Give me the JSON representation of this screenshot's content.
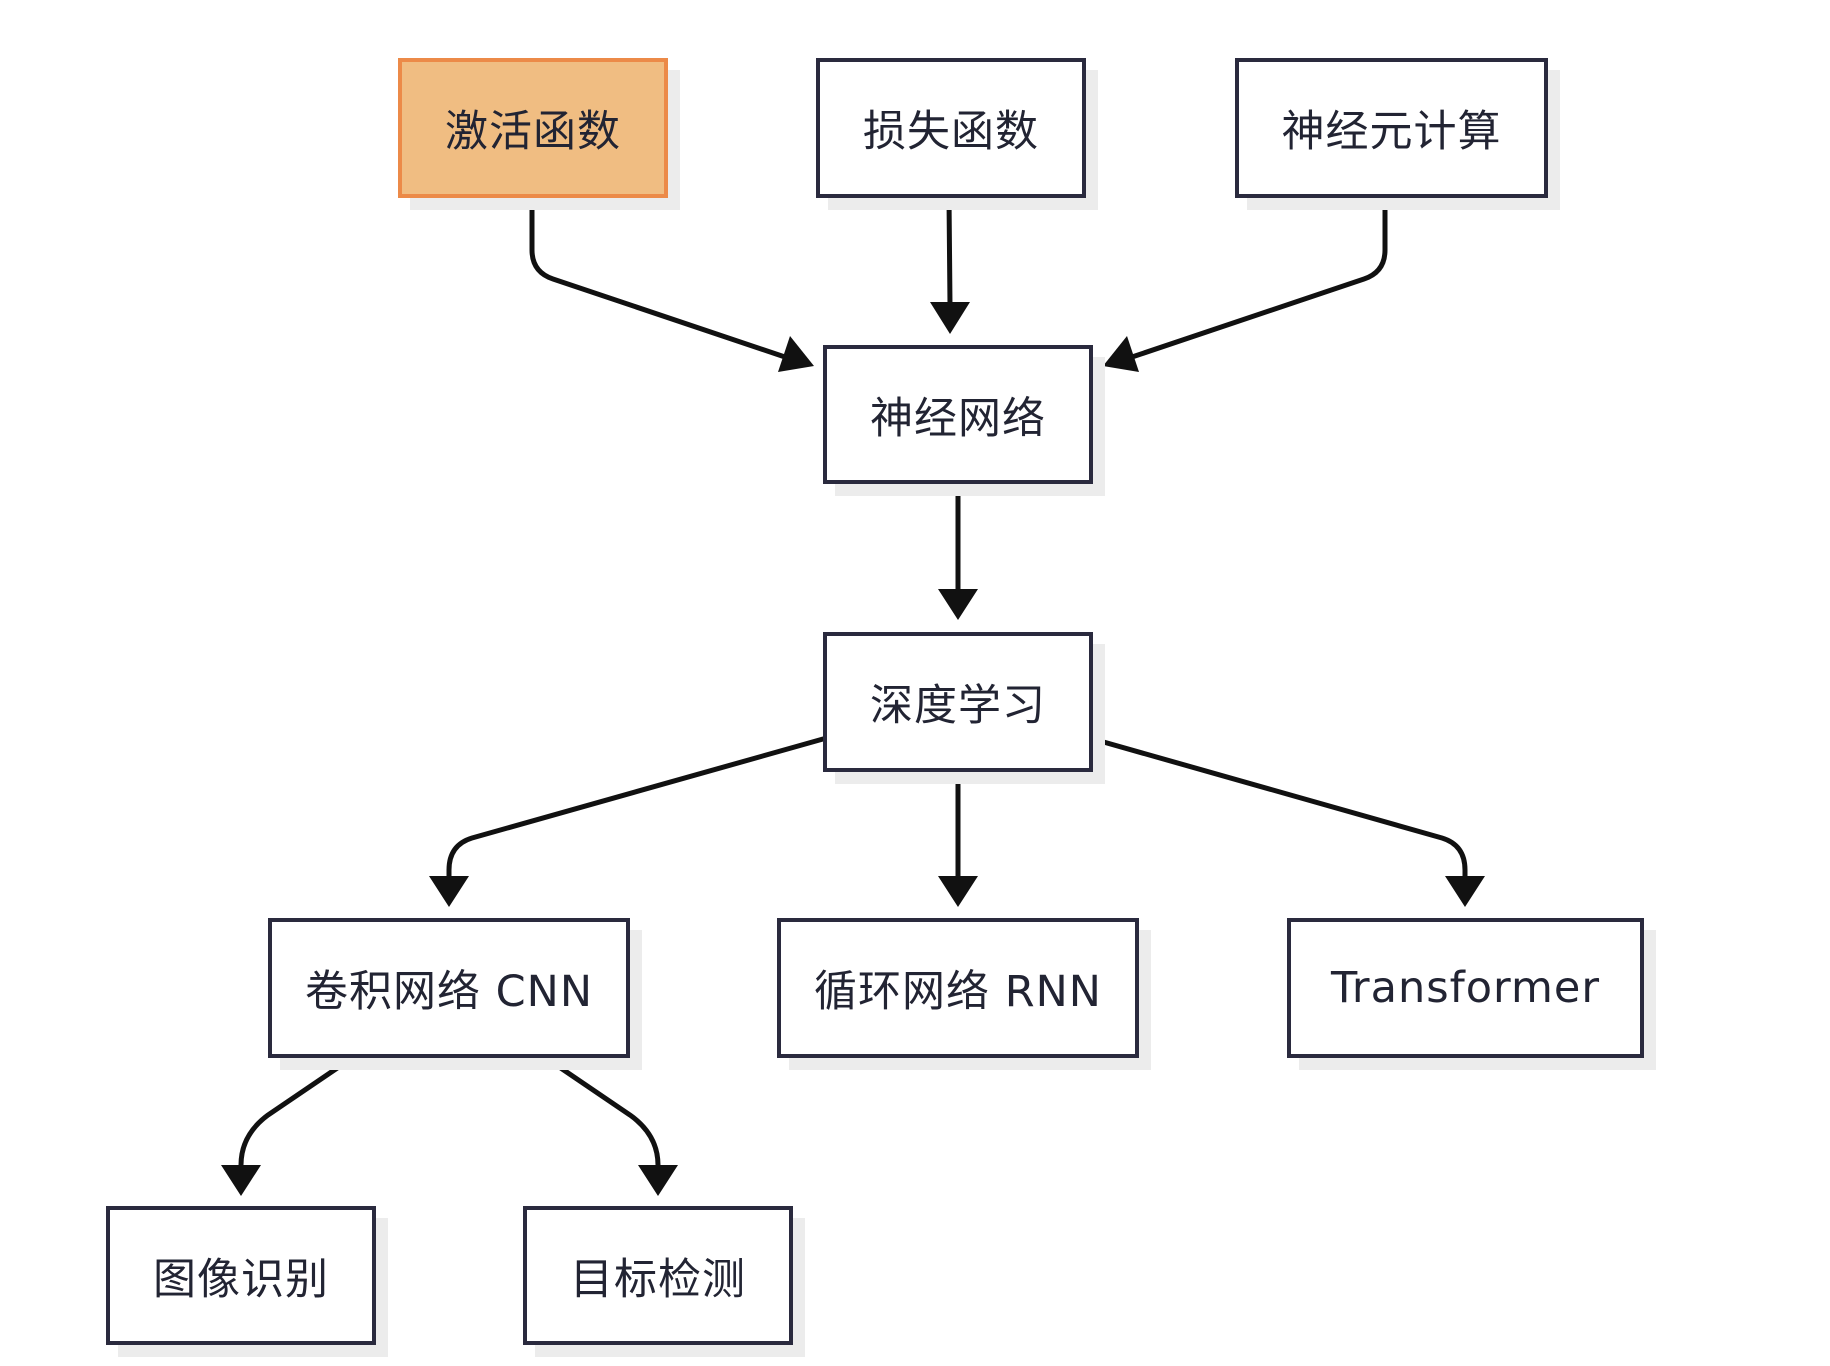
{
  "diagram": {
    "nodes": {
      "activation": "激活函数",
      "loss": "损失函数",
      "neuron": "神经元计算",
      "neural_net": "神经网络",
      "deep_learning": "深度学习",
      "cnn": "卷积网络 CNN",
      "rnn": "循环网络 RNN",
      "transformer": "Transformer",
      "image_recognition": "图像识别",
      "object_detection": "目标检测"
    },
    "edges": [
      [
        "activation",
        "neural_net"
      ],
      [
        "loss",
        "neural_net"
      ],
      [
        "neuron",
        "neural_net"
      ],
      [
        "neural_net",
        "deep_learning"
      ],
      [
        "deep_learning",
        "cnn"
      ],
      [
        "deep_learning",
        "rnn"
      ],
      [
        "deep_learning",
        "transformer"
      ],
      [
        "cnn",
        "image_recognition"
      ],
      [
        "cnn",
        "object_detection"
      ]
    ],
    "highlighted_node": "activation",
    "colors": {
      "highlight_fill": "#f0bd82",
      "highlight_border": "#ec8a48",
      "node_border": "#2a2a3e",
      "edge": "#111111"
    }
  }
}
